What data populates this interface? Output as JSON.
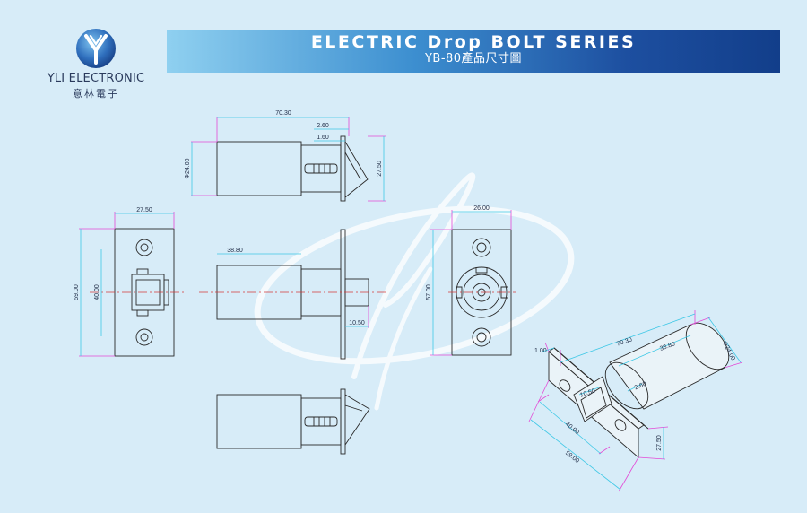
{
  "brand": {
    "name": "YLI ELECTRONIC",
    "name_cn": "意林電子"
  },
  "header": {
    "title": "ELECTRIC Drop BOLT SERIES",
    "subtitle": "YB-80產品尺寸圖"
  },
  "dimensions": {
    "top_length": "70.30",
    "top_flange": "2.60",
    "top_flange_inner": "1.60",
    "top_diameter": "Φ24.00",
    "top_bracket": "27.50",
    "plate_width": "27.50",
    "plate_height": "59.00",
    "plate_inner": "40.00",
    "mid_body": "38.80",
    "mid_pin": "10.50",
    "end_width": "26.00",
    "end_height": "57.00",
    "iso_thick": "1.00",
    "iso_length": "70.30",
    "iso_body": "38.80",
    "iso_diameter": "Φ24.00",
    "iso_pin": "10.50",
    "iso_small": "2.60",
    "iso_inner": "40.00",
    "iso_plate": "59.00",
    "iso_bracket": "27.50"
  },
  "colors": {
    "background": "#d7ecf8",
    "dimension_line": "#3fc8e6",
    "extension_line": "#e34ad6",
    "center_line": "#d43a3a",
    "outline": "#2a2a2a"
  }
}
